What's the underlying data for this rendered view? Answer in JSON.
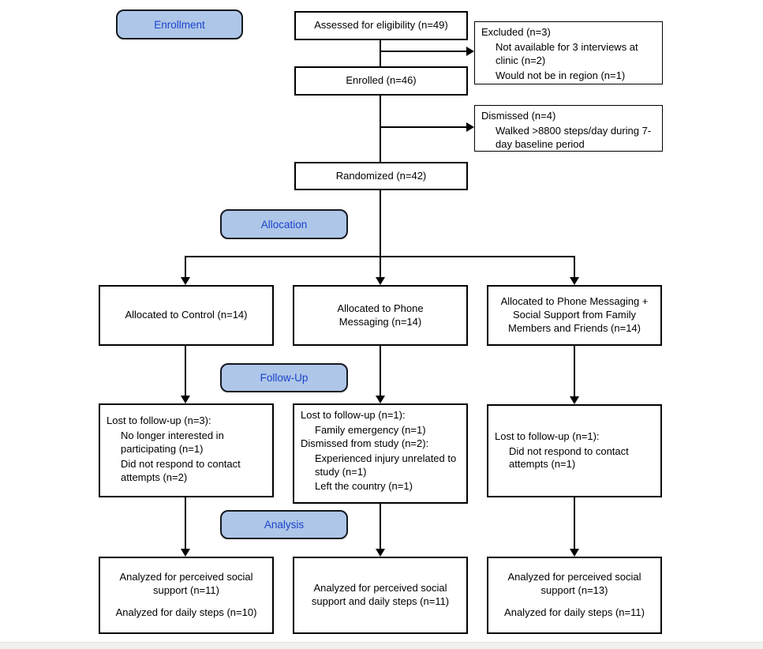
{
  "stages": {
    "enrollment": "Enrollment",
    "allocation": "Allocation",
    "followup": "Follow-Up",
    "analysis": "Analysis"
  },
  "colors": {
    "stage_fill": "#aec6e8",
    "stage_text": "#1b44cc",
    "box_border": "#000000"
  },
  "boxes": {
    "assessed": "Assessed for eligibility (n=49)",
    "excluded": {
      "title": "Excluded (n=3)",
      "items": [
        "Not available for 3 interviews at clinic (n=2)",
        "Would not be in region (n=1)"
      ]
    },
    "enrolled": "Enrolled (n=46)",
    "dismissed": {
      "title": "Dismissed (n=4)",
      "items": [
        "Walked >8800 steps/day during 7-day baseline period"
      ]
    },
    "randomized": "Randomized (n=42)",
    "allocation": {
      "control": "Allocated to Control (n=14)",
      "phone": "Allocated to Phone Messaging (n=14)",
      "phone_social": "Allocated to Phone Messaging + Social Support from Family Members and Friends (n=14)"
    },
    "followup": {
      "control": {
        "segments": [
          {
            "title": "Lost to follow-up (n=3):",
            "items": [
              "No longer interested in participating (n=1)",
              "Did not respond to contact attempts (n=2)"
            ]
          }
        ]
      },
      "phone": {
        "segments": [
          {
            "title": "Lost to follow-up (n=1):",
            "items": [
              "Family emergency (n=1)"
            ]
          },
          {
            "title": "Dismissed from study (n=2):",
            "items": [
              "Experienced injury unrelated to study (n=1)",
              "Left the country (n=1)"
            ]
          }
        ]
      },
      "phone_social": {
        "segments": [
          {
            "title": "Lost to follow-up (n=1):",
            "items": [
              "Did not respond to contact attempts (n=1)"
            ]
          }
        ]
      }
    },
    "analysis": {
      "control": [
        "Analyzed for perceived social support (n=11)",
        "Analyzed for daily steps (n=10)"
      ],
      "phone": [
        "Analyzed for perceived social support and daily steps (n=11)"
      ],
      "phone_social": [
        "Analyzed for perceived social support (n=13)",
        "Analyzed for daily steps (n=11)"
      ]
    }
  }
}
